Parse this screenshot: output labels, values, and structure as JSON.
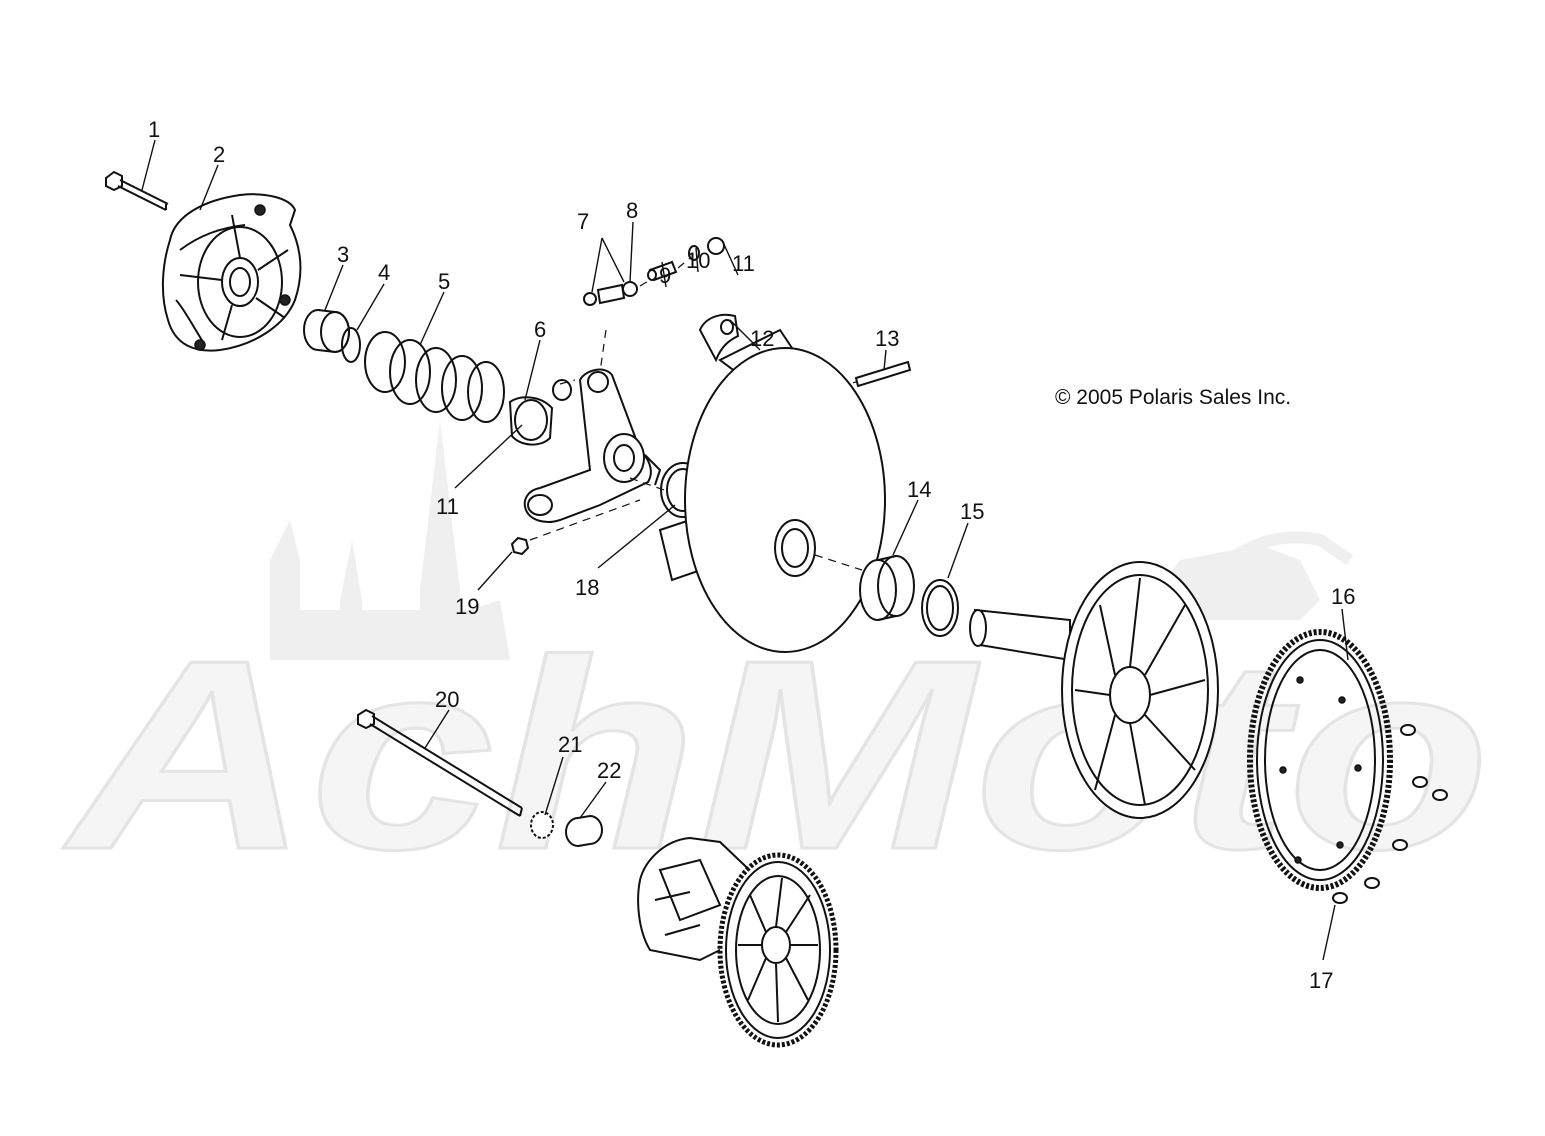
{
  "diagram": {
    "copyright": "© 2005 Polaris Sales Inc.",
    "watermark": "AchMoto",
    "callouts": [
      "1",
      "2",
      "3",
      "4",
      "5",
      "6",
      "7",
      "8",
      "9",
      "10",
      "11",
      "11",
      "12",
      "13",
      "14",
      "15",
      "16",
      "17",
      "18",
      "19",
      "20",
      "21",
      "22"
    ]
  }
}
